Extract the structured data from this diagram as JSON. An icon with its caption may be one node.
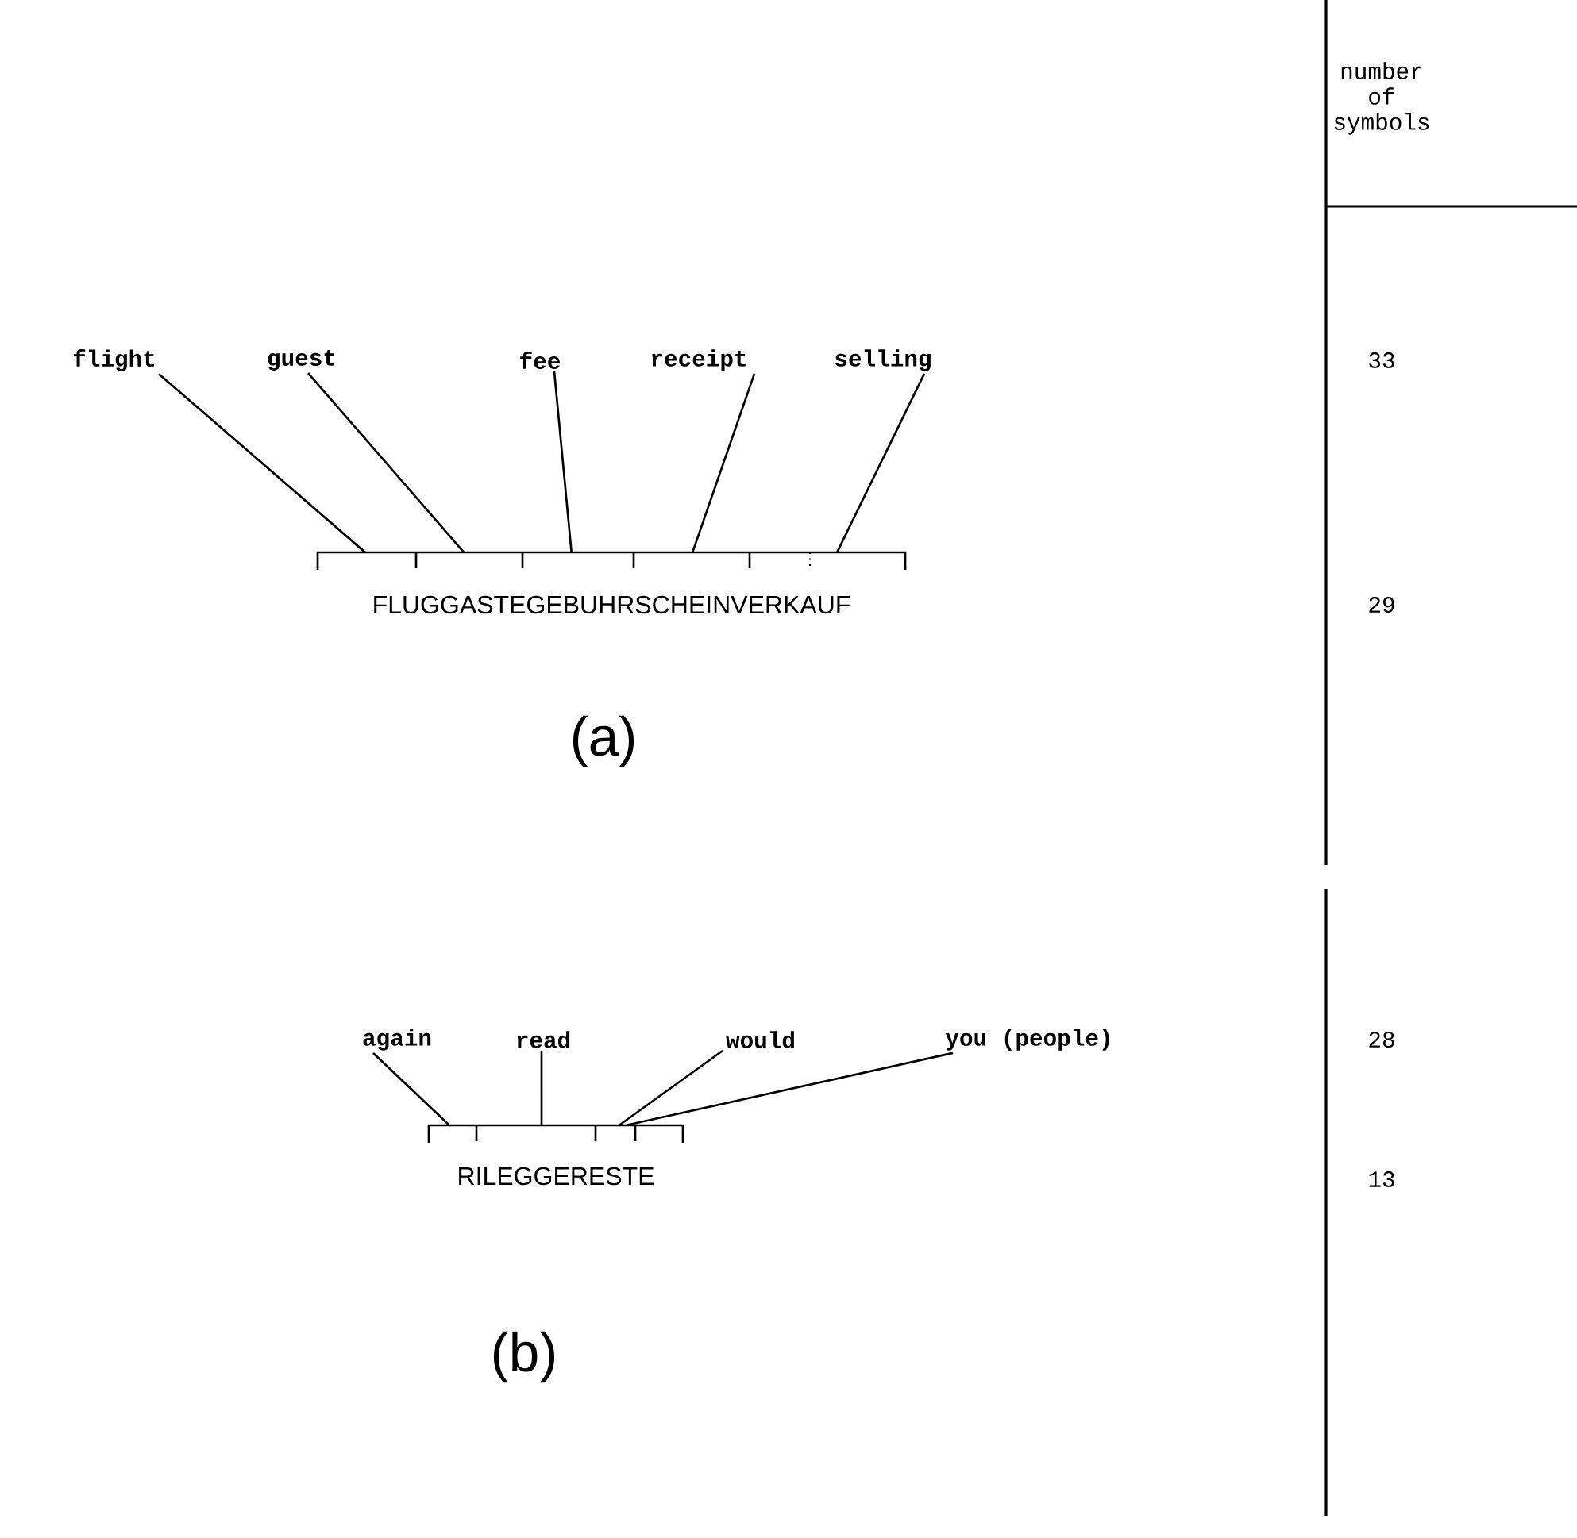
{
  "diagram": {
    "nodes": [
      {
        "text": [
          "flight"
        ]
      },
      {
        "text": [
          "guest"
        ]
      },
      {
        "text": [
          "fee"
        ]
      },
      {
        "text": [
          "receipt"
        ]
      },
      {
        "text": [
          "selling"
        ]
      },
      {
        "text": [
          "FLUGGASTEGEBUHRSCHEINVERKAUF"
        ]
      },
      {
        "text": [
          "again"
        ]
      },
      {
        "text": [
          "read"
        ]
      },
      {
        "text": [
          "would"
        ]
      },
      {
        "text": [
          "you (people)"
        ]
      },
      {
        "text": [
          "RILEGGERESTE"
        ]
      }
    ],
    "edges": [
      {
        "from": 0,
        "to": 5,
        "arrow": "none"
      },
      {
        "from": 1,
        "to": 5,
        "arrow": "none"
      },
      {
        "from": 2,
        "to": 5,
        "arrow": "none"
      },
      {
        "from": 3,
        "to": 5,
        "arrow": "none"
      },
      {
        "from": 4,
        "to": 5,
        "arrow": "none"
      },
      {
        "from": 6,
        "to": 10,
        "arrow": "none"
      },
      {
        "from": 7,
        "to": 10,
        "arrow": "none"
      },
      {
        "from": 8,
        "to": 10,
        "arrow": "none"
      },
      {
        "from": 9,
        "to": 10,
        "arrow": "none"
      }
    ],
    "labels": [
      "number of symbols",
      "33",
      "29",
      "(a)",
      "28",
      "13",
      "(b)"
    ]
  }
}
